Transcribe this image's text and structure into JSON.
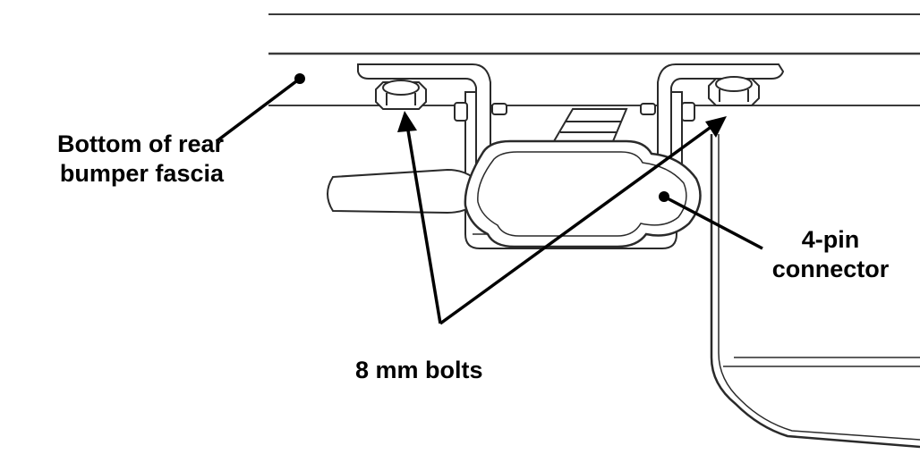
{
  "labels": {
    "bumper": {
      "line1": "Bottom of rear",
      "line2": "bumper fascia"
    },
    "connector": {
      "line1": "4-pin",
      "line2": "connector"
    },
    "bolts": "8 mm bolts"
  },
  "colors": {
    "ink": "#000000",
    "paper": "#ffffff",
    "outline": "#2a2a2a",
    "shade": "#f3f3f3"
  }
}
